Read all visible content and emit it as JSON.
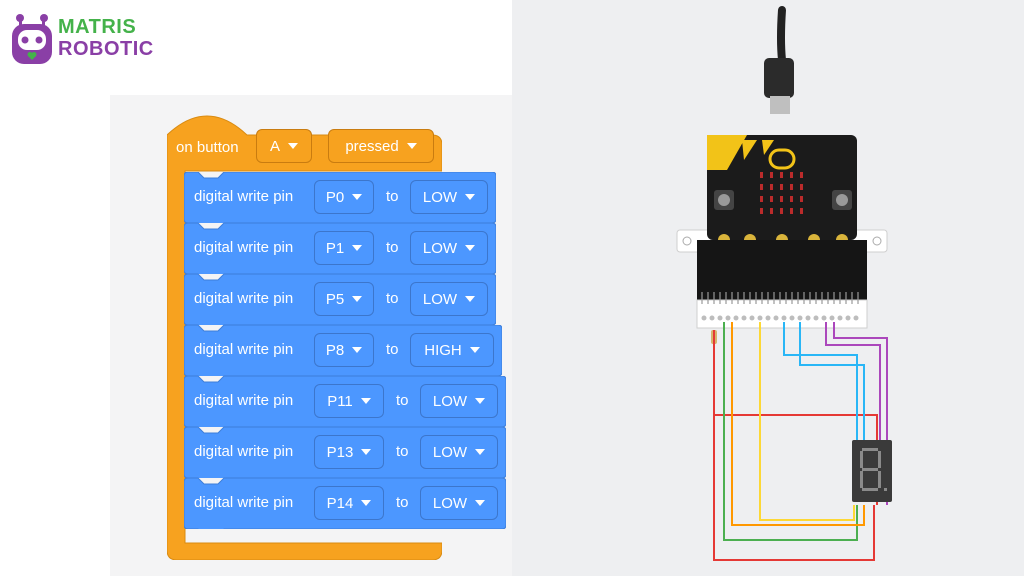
{
  "logo": {
    "line1": "MATRIS",
    "line2": "ROBOTIC",
    "icon": "robot-icon"
  },
  "colors": {
    "event": "#f7a21f",
    "pins": "#4c97ff",
    "brand_green": "#44b24a",
    "brand_purple": "#8a3fa6"
  },
  "event_block": {
    "label": "on button",
    "button": "A",
    "action": "pressed"
  },
  "pin_blocks": [
    {
      "label": "digital write pin",
      "pin": "P0",
      "to": "to",
      "value": "LOW"
    },
    {
      "label": "digital write pin",
      "pin": "P1",
      "to": "to",
      "value": "LOW"
    },
    {
      "label": "digital write pin",
      "pin": "P5",
      "to": "to",
      "value": "LOW"
    },
    {
      "label": "digital write pin",
      "pin": "P8",
      "to": "to",
      "value": "HIGH"
    },
    {
      "label": "digital write pin",
      "pin": "P11",
      "to": "to",
      "value": "LOW"
    },
    {
      "label": "digital write pin",
      "pin": "P13",
      "to": "to",
      "value": "LOW"
    },
    {
      "label": "digital write pin",
      "pin": "P14",
      "to": "to",
      "value": "LOW"
    }
  ],
  "simulator": {
    "board": "micro:bit",
    "display_digit": "8."
  }
}
